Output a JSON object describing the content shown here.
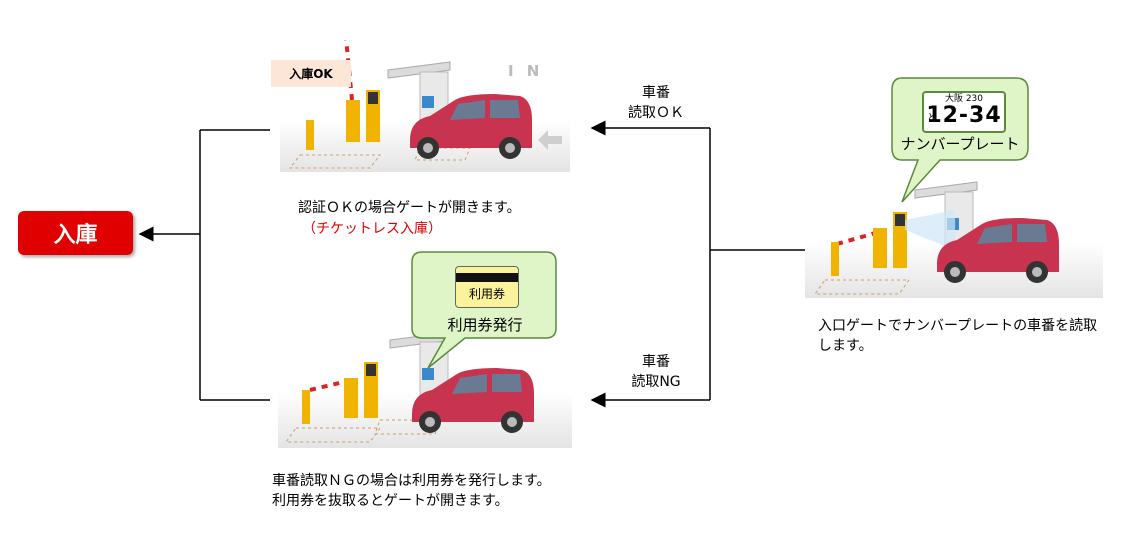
{
  "entry_label": "入庫",
  "top_scene": {
    "callout": "入庫OK",
    "gate_marker": "I N",
    "caption_line1": "認証ＯＫの場合ゲートが開きます。",
    "caption_line2": "（チケットレス入庫）"
  },
  "bottom_scene": {
    "ticket_label": "利用券",
    "bubble_label": "利用券発行",
    "caption_line1": "車番読取ＮＧの場合は利用券を発行します。",
    "caption_line2": "利用券を抜取るとゲートが開きます。"
  },
  "right_scene": {
    "plate_region": "大阪 230",
    "plate_hiragana": "と",
    "plate_number": "12-34",
    "bubble_label": "ナンバープレート",
    "caption_line1": "入口ゲートでナンバープレートの車番を読取",
    "caption_line2": "します。"
  },
  "arrows": {
    "ok_line1": "車番",
    "ok_line2": "読取ＯＫ",
    "ng_line1": "車番",
    "ng_line2": "読取NG"
  },
  "colors": {
    "entry_red": "#e00000",
    "bubble_green": "#dff5c8",
    "bubble_border": "#5a8a3a",
    "car_body": "#c8334f",
    "gate_yellow": "#f0b400",
    "callout_peach": "#fce6d8"
  }
}
